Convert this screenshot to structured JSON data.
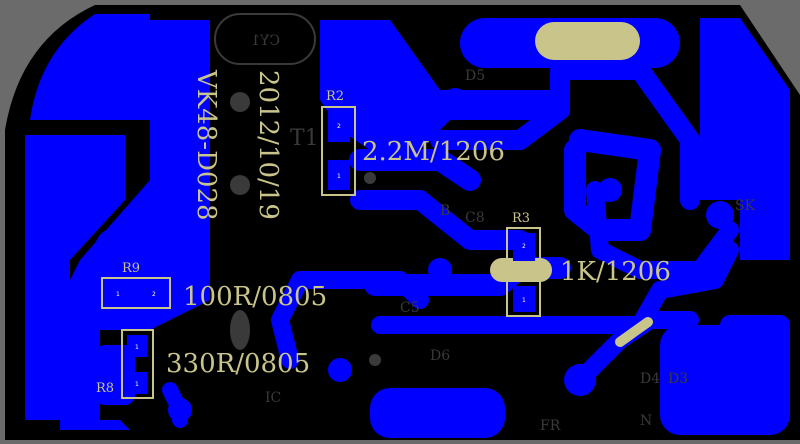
{
  "board": {
    "title_text": "VK48-D028",
    "date_text": "2012/10/19",
    "colors": {
      "background": "#6b6b6b",
      "board": "#000000",
      "copper": "#0000ff",
      "silkscreen": "#c9c58a",
      "bottom_silk": "#3a3a3a"
    }
  },
  "components": [
    {
      "ref": "R2",
      "value": "2.2M/1206",
      "pads": [
        "2",
        "1"
      ]
    },
    {
      "ref": "R3",
      "value": "1K/1206",
      "pads": [
        "2",
        "1"
      ]
    },
    {
      "ref": "R9",
      "value": "100R/0805",
      "pads": [
        "1",
        "2"
      ]
    },
    {
      "ref": "R8",
      "value": "330R/0805",
      "pads": [
        "1",
        "1"
      ]
    }
  ],
  "bottom_labels": [
    "CY1",
    "T1",
    "B",
    "C8",
    "C5",
    "IC",
    "D6",
    "D4",
    "D3",
    "FR",
    "N",
    "D5",
    "SK"
  ]
}
